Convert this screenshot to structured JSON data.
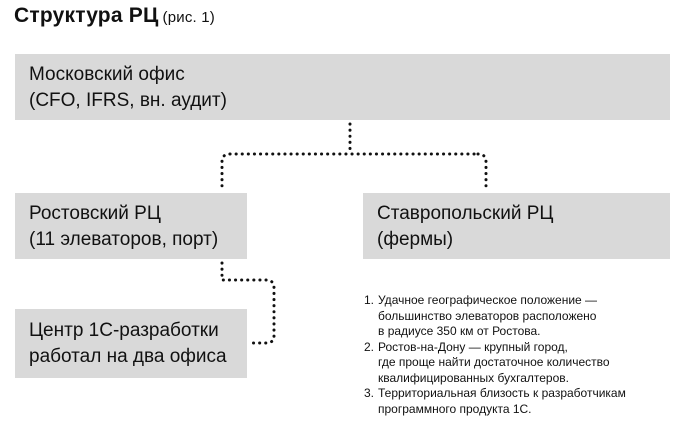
{
  "title": {
    "main": "Структура РЦ",
    "sub": "(рис. 1)"
  },
  "boxes": {
    "moscow": {
      "line1": "Московский офис",
      "line2": "(CFO, IFRS, вн. аудит)"
    },
    "rostov": {
      "line1": "Ростовский РЦ",
      "line2": "(11 элеваторов, порт)"
    },
    "stavropol": {
      "line1": "Ставропольский РЦ",
      "line2": "(фермы)"
    },
    "center": {
      "line1": "Центр 1С-разработки",
      "line2": "работал на два офиса"
    }
  },
  "notes": [
    {
      "num": "1.",
      "lines": [
        "Удачное географическое положение —",
        "большинство элеваторов расположено",
        "в радиусе 350 км от Ростова."
      ]
    },
    {
      "num": "2.",
      "lines": [
        "Ростов-на-Дону — крупный город,",
        "где проще найти достаточное количество",
        "квалифицированных бухгалтеров."
      ]
    },
    {
      "num": "3.",
      "lines": [
        "Территориальная близость к разработчикам",
        "программного продукта 1С."
      ]
    }
  ]
}
